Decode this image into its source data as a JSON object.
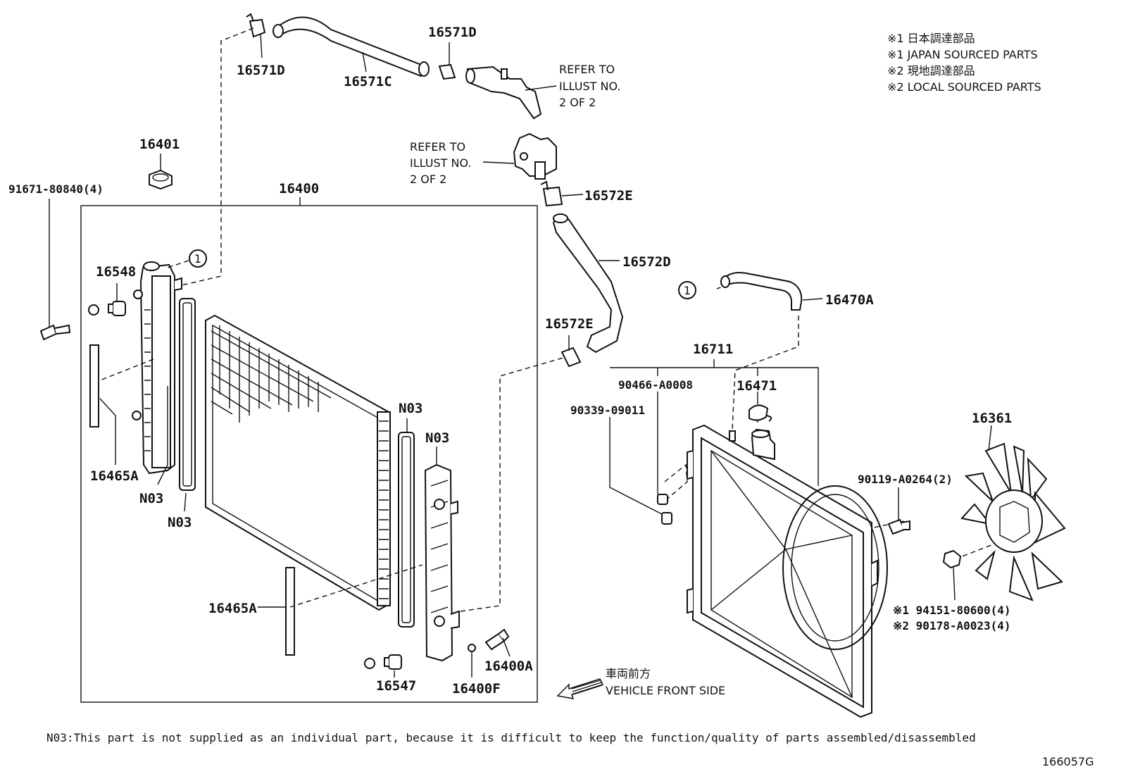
{
  "diagram_id": "166057G",
  "notes": {
    "line1": "※1 日本調達部品",
    "line2": "※1 JAPAN SOURCED PARTS",
    "line3": "※2 現地調達部品",
    "line4": "※2 LOCAL SOURCED PARTS"
  },
  "refer_top": {
    "line1": "REFER TO",
    "line2": "ILLUST NO.",
    "line3": "2 OF 2"
  },
  "refer_mid": {
    "line1": "REFER TO",
    "line2": "ILLUST NO.",
    "line3": "2 OF 2"
  },
  "labels": {
    "p16571D_left": "16571D",
    "p16571D_right": "16571D",
    "p16571C": "16571C",
    "p16401": "16401",
    "p91671": "91671-80840(4)",
    "p16400": "16400",
    "p16548": "16548",
    "p16465A_left": "16465A",
    "p16465A_bottom": "16465A",
    "n03_a": "N03",
    "n03_b": "N03",
    "n03_c": "N03",
    "n03_d": "N03",
    "p16572E_top": "16572E",
    "p16572D": "16572D",
    "p16572E_mid": "16572E",
    "p16547": "16547",
    "p16400F": "16400F",
    "p16400A": "16400A",
    "p16470A": "16470A",
    "p16711": "16711",
    "p90466": "90466-A0008",
    "p16471": "16471",
    "p90339": "90339-09011",
    "p90119": "90119-A0264(2)",
    "p16361": "16361",
    "p94151": "※1 94151-80600(4)",
    "p90178": "※2 90178-A0023(4)",
    "callout_1": "1"
  },
  "front": {
    "jp": "車両前方",
    "en": "VEHICLE FRONT SIDE"
  },
  "footer_note": "N03:This part is not supplied as an individual part, because it is difficult to keep the function/quality of parts assembled/disassembled"
}
